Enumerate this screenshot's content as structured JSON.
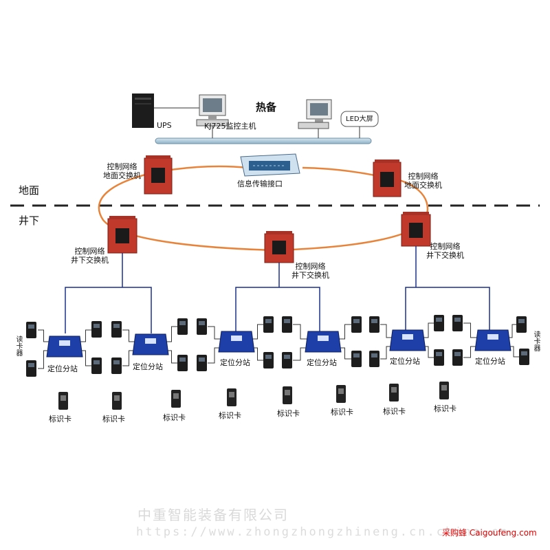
{
  "top": {
    "ups": "UPS",
    "host": "KJ725监控主机",
    "standby": "热备",
    "led": "LED大屏"
  },
  "surface": {
    "zone": "地面",
    "switch_left": "控制网络\n地面交换机",
    "switch_right": "控制网络\n地面交换机",
    "interface": "信息传输接口"
  },
  "underground": {
    "zone": "井下",
    "switch_label": "控制网络\n井下交换机"
  },
  "stations": {
    "label": "定位分站",
    "reader": "读卡器"
  },
  "cards": {
    "label": "标识卡"
  },
  "watermark": {
    "company": "中重智能装备有限公司",
    "url": "https://www.zhongzhongzhineng.cn.china.cn",
    "credit": "采购蜂 Caigoufeng.com"
  },
  "colors": {
    "switch_red": "#c0392b",
    "station_blue": "#1f3fa8",
    "ring_orange": "#e8833a",
    "link_blue": "#1b2f8a",
    "bus_blue": "#aac4d6"
  }
}
